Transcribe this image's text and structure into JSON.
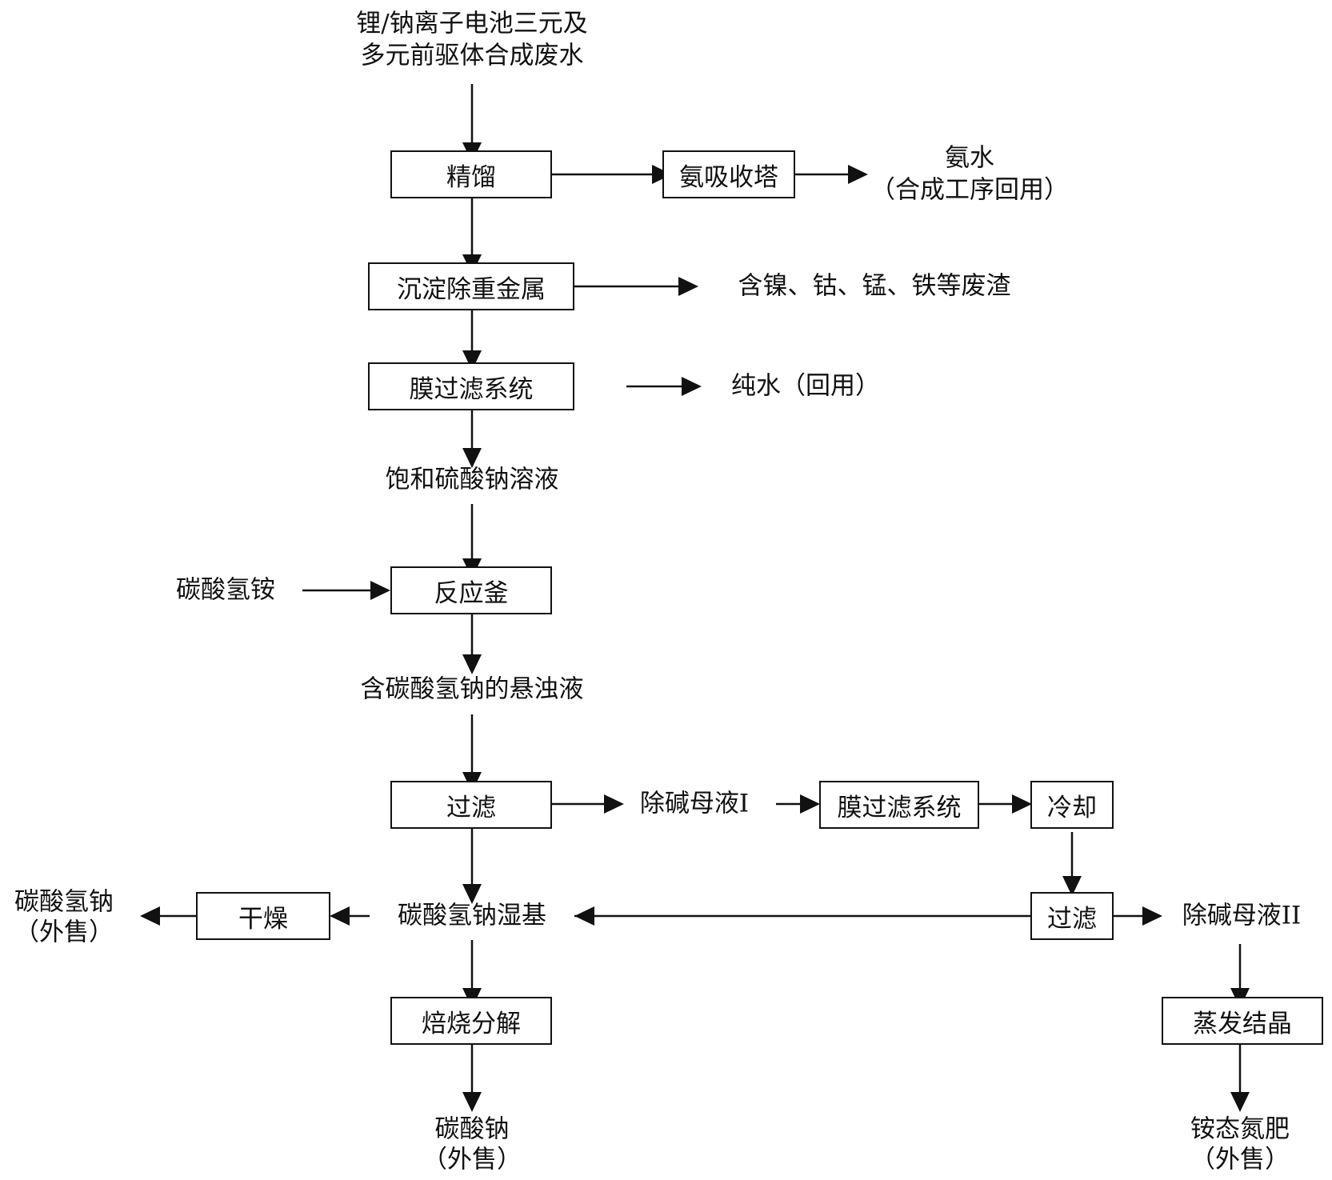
{
  "source": {
    "line1": "锂/钠离子电池三元及",
    "line2": "多元前驱体合成废水"
  },
  "boxes": {
    "distill": "精馏",
    "ammonia_tower": "氨吸收塔",
    "precipitate": "沉淀除重金属",
    "membrane1": "膜过滤系统",
    "reactor": "反应釜",
    "filter1": "过滤",
    "membrane2": "膜过滤系统",
    "cooling": "冷却",
    "filter2": "过滤",
    "drying": "干燥",
    "roasting": "焙烧分解",
    "evaporation": "蒸发结晶"
  },
  "labels": {
    "ammonia_water": "氨水",
    "ammonia_reuse": "（合成工序回用）",
    "slag": "含镍、钴、锰、铁等废渣",
    "pure_water": "纯水（回用）",
    "sat_sodium_sulfate": "饱和硫酸钠溶液",
    "ammonium_bicarbonate": "碳酸氢铵",
    "suspension": "含碳酸氢钠的悬浊液",
    "mother_liquor_1": "除碱母液I",
    "wet_base": "碳酸氢钠湿基",
    "sodium_bicarbonate": "碳酸氢钠",
    "sale_1": "（外售）",
    "sodium_carbonate": "碳酸钠",
    "sale_2": "（外售）",
    "mother_liquor_2": "除碱母液II",
    "nitrogen_fertilizer": "铵态氮肥",
    "sale_3": "（外售）"
  }
}
